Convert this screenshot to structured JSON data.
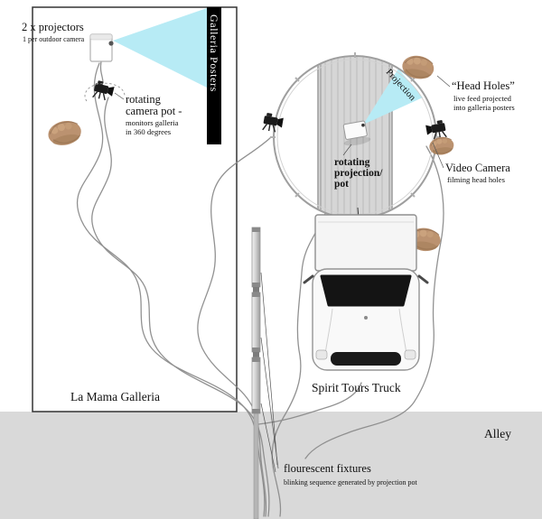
{
  "labels": {
    "projectors_title": "2 x projectors",
    "projectors_sub": "1 per outdoor camera",
    "posters": "Galleria Posters",
    "campot_l1": "rotating",
    "campot_l2": "camera pot -",
    "campot_l3": "monitors galleria",
    "campot_l4": "in 360 degrees",
    "galleria": "La Mama Galleria",
    "projection": "Projection",
    "pot_l1": "rotating",
    "pot_l2": "projection/",
    "pot_l3": "pot",
    "headholes_title": "“Head Holes”",
    "headholes_sub1": "live feed projected",
    "headholes_sub2": "into galleria posters",
    "videocam_title": "Video Camera",
    "videocam_sub": "filming head holes",
    "truck": "Spirit Tours Truck",
    "alley": "Alley",
    "fixtures_title": "flourescent fixtures",
    "fixtures_sub": "blinking sequence generated by projection pot"
  },
  "colors": {
    "beam": "#b7ebf5",
    "cable": "#8c8c8c",
    "poster_strip": "#000000",
    "alley_bg": "#d9d9d9",
    "skin": "#bb9270"
  }
}
